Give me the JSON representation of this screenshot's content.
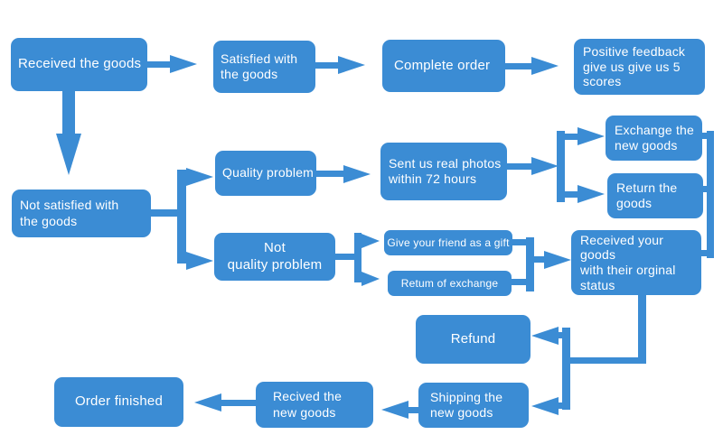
{
  "diagram": {
    "type": "flowchart",
    "colors": {
      "node_fill": "#3b8cd4",
      "node_text": "#ffffff",
      "connector": "#3b8cd4",
      "background": "#ffffff"
    },
    "nodes": {
      "received_goods": {
        "label": "Received the goods"
      },
      "satisfied_goods": {
        "label": "Satisfied with\nthe goods"
      },
      "complete_order": {
        "label": "Complete order"
      },
      "positive_feedback": {
        "label": "Positive feedback\ngive us give us 5\nscores"
      },
      "not_satisfied": {
        "label": "Not satisfied with\nthe goods"
      },
      "quality_problem": {
        "label": "Quality problem"
      },
      "sent_photos": {
        "label": "Sent us real photos\nwithin 72 hours"
      },
      "exchange_goods": {
        "label": "Exchange the\nnew goods"
      },
      "return_goods": {
        "label": "Return the\ngoods"
      },
      "not_quality_problem": {
        "label": "Not\nquality problem"
      },
      "friend_gift": {
        "label": "Give your friend as a gift"
      },
      "return_exchange": {
        "label": "Retum of exchange"
      },
      "received_original_status": {
        "label": "Received your goods\nwith their orginal\nstatus"
      },
      "refund": {
        "label": "Refund"
      },
      "shipping_new_goods": {
        "label": "Shipping the\nnew goods"
      },
      "recived_new_goods": {
        "label": "Recived the\nnew goods"
      },
      "order_finished": {
        "label": "Order finished"
      }
    },
    "edges": [
      {
        "from": "received_goods",
        "to": "satisfied_goods"
      },
      {
        "from": "satisfied_goods",
        "to": "complete_order"
      },
      {
        "from": "complete_order",
        "to": "positive_feedback"
      },
      {
        "from": "received_goods",
        "to": "not_satisfied"
      },
      {
        "from": "not_satisfied",
        "to": "quality_problem"
      },
      {
        "from": "not_satisfied",
        "to": "not_quality_problem"
      },
      {
        "from": "quality_problem",
        "to": "sent_photos"
      },
      {
        "from": "sent_photos",
        "to": "exchange_goods"
      },
      {
        "from": "sent_photos",
        "to": "return_goods"
      },
      {
        "from": "exchange_goods",
        "to": "received_original_status"
      },
      {
        "from": "return_goods",
        "to": "received_original_status"
      },
      {
        "from": "not_quality_problem",
        "to": "friend_gift"
      },
      {
        "from": "not_quality_problem",
        "to": "return_exchange"
      },
      {
        "from": "friend_gift",
        "to": "received_original_status"
      },
      {
        "from": "return_exchange",
        "to": "received_original_status"
      },
      {
        "from": "received_original_status",
        "to": "refund"
      },
      {
        "from": "received_original_status",
        "to": "shipping_new_goods"
      },
      {
        "from": "shipping_new_goods",
        "to": "recived_new_goods"
      },
      {
        "from": "recived_new_goods",
        "to": "order_finished"
      }
    ]
  }
}
